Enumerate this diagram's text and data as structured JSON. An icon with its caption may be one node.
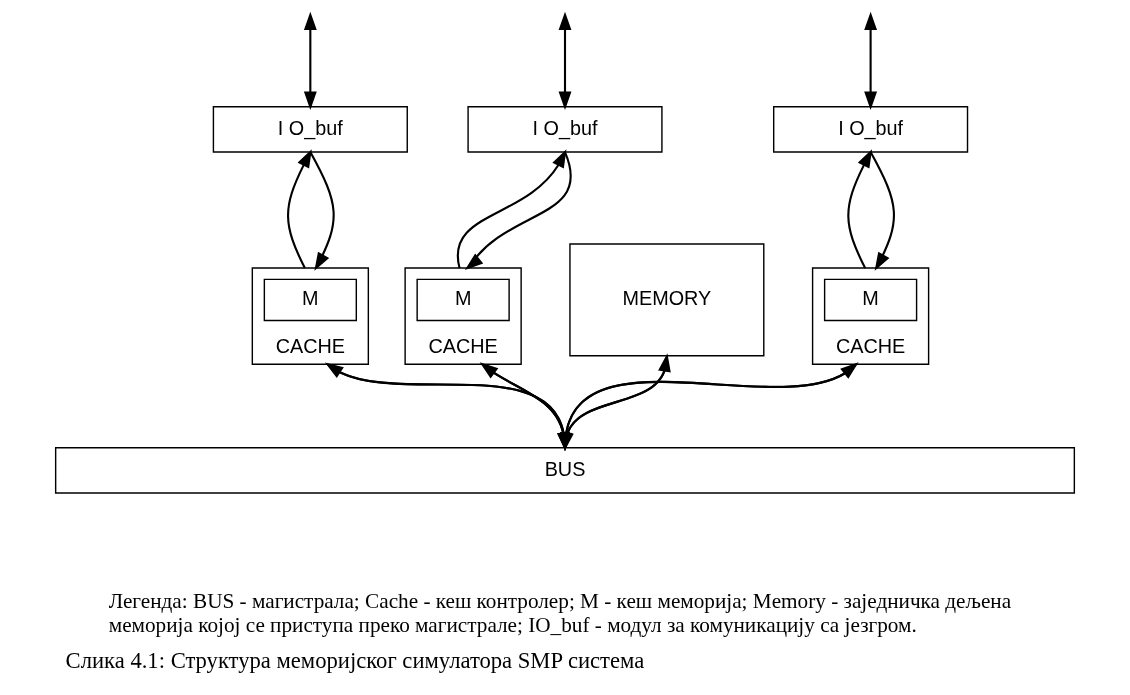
{
  "diagram": {
    "caption": "Слика 4.1: Структура меморијског симулатора SMP система",
    "nodes": [
      {
        "text": [
          "I O_buf"
        ]
      },
      {
        "text": [
          "I O_buf"
        ]
      },
      {
        "text": [
          "I O_buf"
        ]
      },
      {
        "text": [
          "CACHE"
        ]
      },
      {
        "text": [
          "M"
        ],
        "in": 3
      },
      {
        "text": [
          "CACHE"
        ]
      },
      {
        "text": [
          "M"
        ],
        "in": 5
      },
      {
        "text": [
          "CACHE"
        ]
      },
      {
        "text": [
          "M"
        ],
        "in": 7
      },
      {
        "text": [
          "MEMORY"
        ]
      },
      {
        "text": [
          "BUS"
        ]
      }
    ],
    "edges": [
      {
        "from": null,
        "to": 0,
        "arrow": "both"
      },
      {
        "from": null,
        "to": 1,
        "arrow": "both"
      },
      {
        "from": null,
        "to": 2,
        "arrow": "both"
      },
      {
        "from": 0,
        "to": 3,
        "arrow": "to"
      },
      {
        "from": 3,
        "to": 0,
        "arrow": "to"
      },
      {
        "from": 1,
        "to": 5,
        "arrow": "to"
      },
      {
        "from": 5,
        "to": 1,
        "arrow": "to"
      },
      {
        "from": 2,
        "to": 7,
        "arrow": "to"
      },
      {
        "from": 7,
        "to": 2,
        "arrow": "to"
      },
      {
        "from": 3,
        "to": 10,
        "arrow": "to"
      },
      {
        "from": 10,
        "to": 3,
        "arrow": "to"
      },
      {
        "from": 5,
        "to": 10,
        "arrow": "to"
      },
      {
        "from": 10,
        "to": 5,
        "arrow": "to"
      },
      {
        "from": 7,
        "to": 10,
        "arrow": "to"
      },
      {
        "from": 10,
        "to": 7,
        "arrow": "to"
      },
      {
        "from": 9,
        "to": 10,
        "arrow": "to"
      },
      {
        "from": 10,
        "to": 9,
        "arrow": "to"
      }
    ],
    "labels": [
      "Легенда: BUS - магистрала; Cache - кеш контролер; M - кеш меморија; Memory - заједничка дељена меморија којој се приступа преко магистрале; IO_buf - модул за комуникацију са језгром."
    ]
  }
}
